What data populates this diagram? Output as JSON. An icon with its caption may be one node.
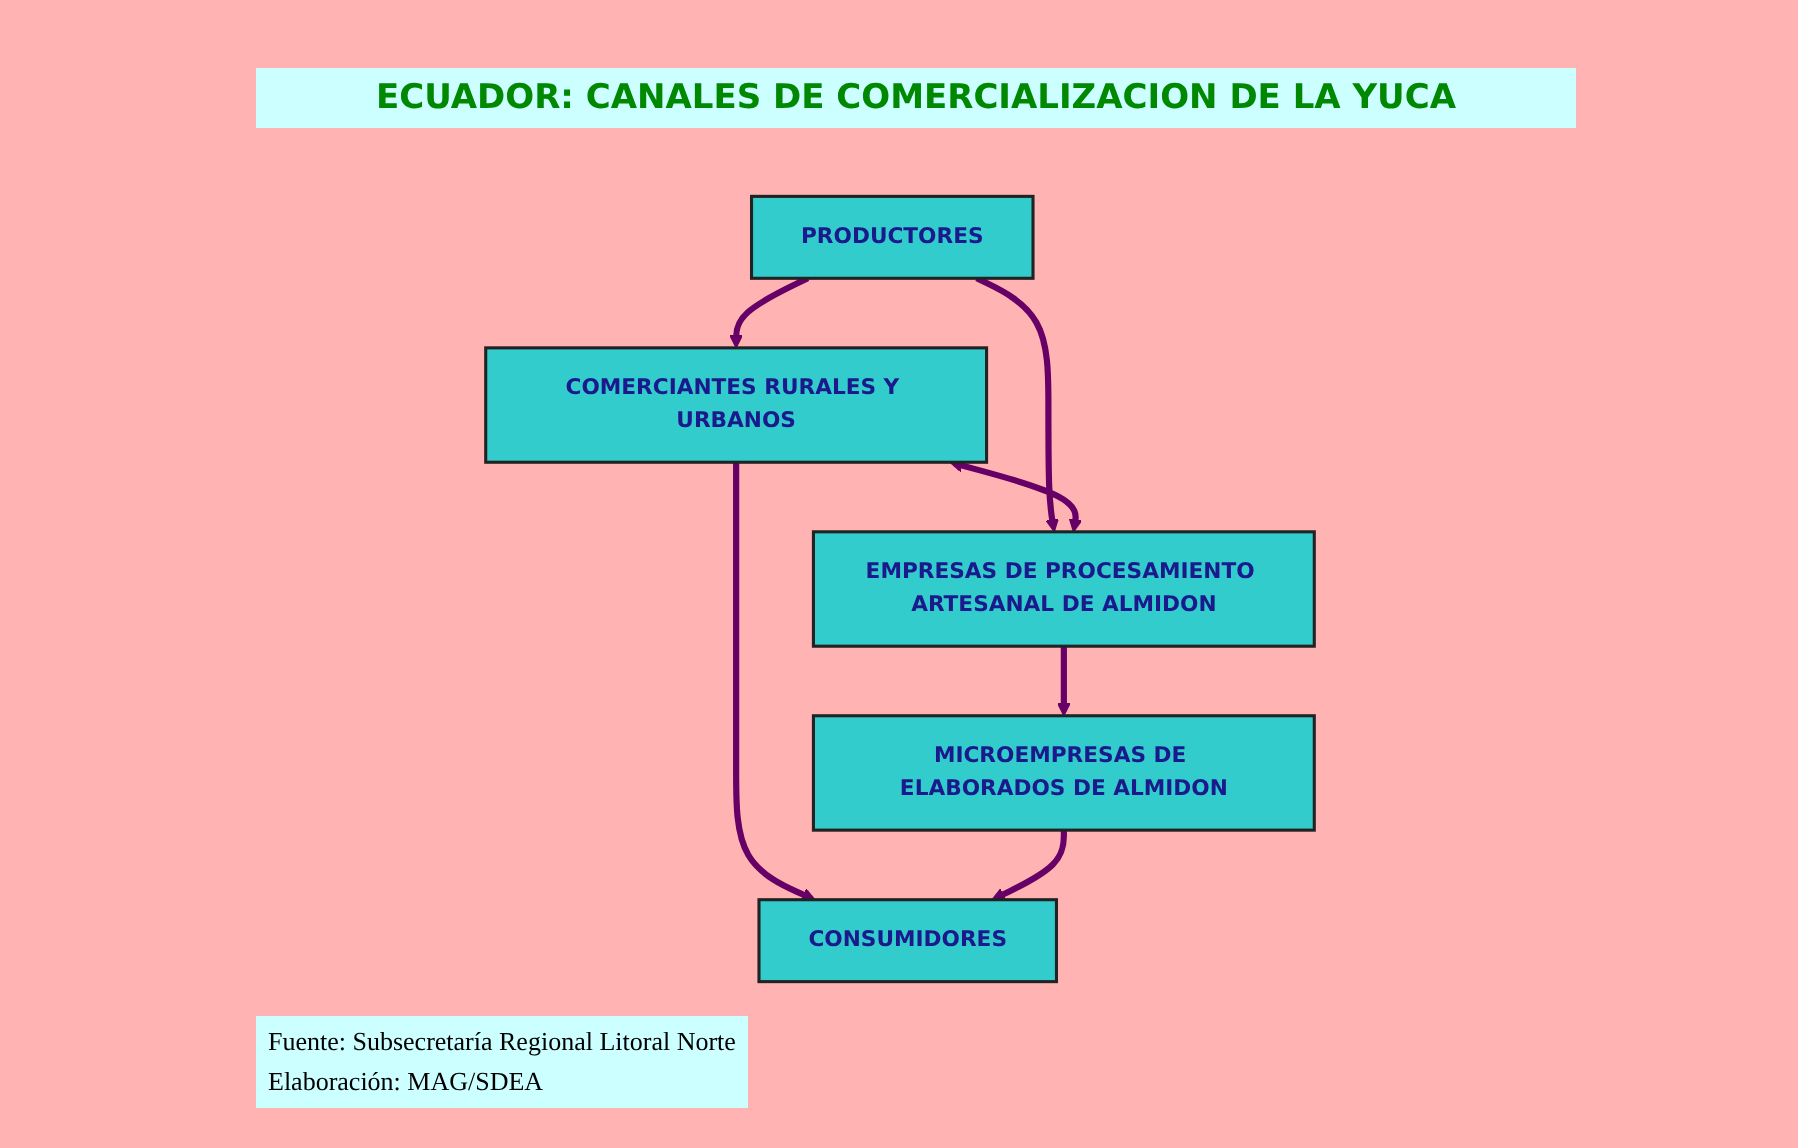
{
  "diagram": {
    "title": "ECUADOR: CANALES DE COMERCIALIZACION DE LA YUCA",
    "nodes": [
      {
        "text": [
          "PRODUCTORES"
        ]
      },
      {
        "text": [
          "COMERCIANTES RURALES Y URBANOS"
        ]
      },
      {
        "text": [
          "EMPRESAS DE PROCESAMIENTO ARTESANAL DE ALMIDON"
        ]
      },
      {
        "text": [
          "CONSUMIDORES"
        ]
      },
      {
        "text": [
          "MICROEMPRESAS DE ELABORADOS DE ALMIDON"
        ]
      }
    ],
    "edges": [
      {
        "from": 0,
        "to": 1,
        "arrow": "to"
      },
      {
        "from": 0,
        "to": 2,
        "arrow": "to"
      },
      {
        "from": 1,
        "to": 2,
        "arrow": "both"
      },
      {
        "from": 1,
        "to": 3,
        "arrow": "to"
      },
      {
        "from": 2,
        "to": 4,
        "arrow": "to"
      },
      {
        "from": 4,
        "to": 3,
        "arrow": "to"
      }
    ],
    "labels": [
      "Fuente: Subsecretaría Regional Litoral Norte",
      "Elaboración: MAG/SDEA"
    ]
  }
}
